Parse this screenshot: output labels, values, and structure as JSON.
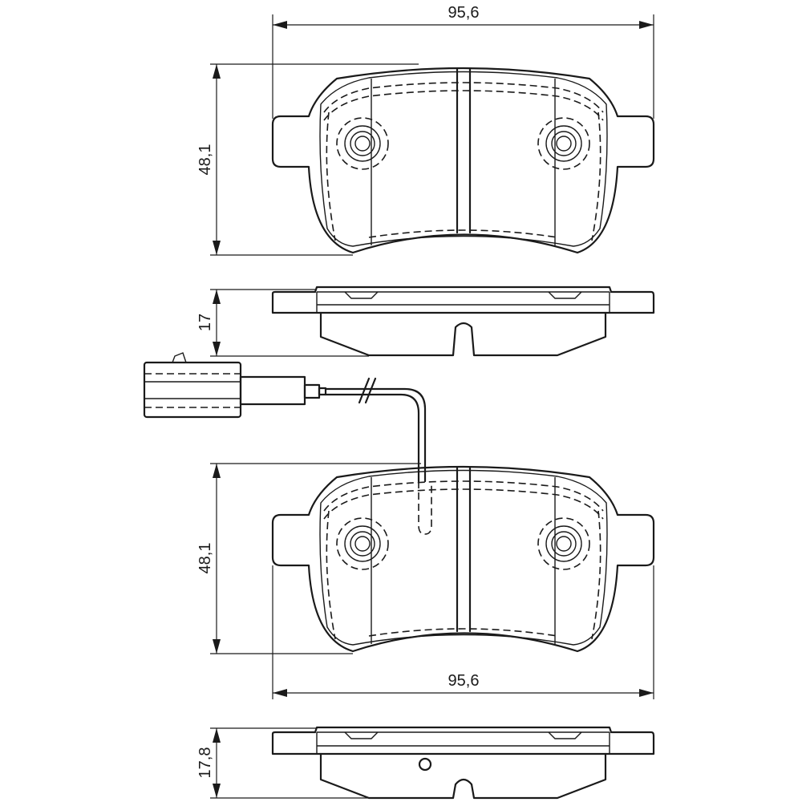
{
  "drawing": {
    "dimensions": {
      "top_width": "95,6",
      "top_height": "48,1",
      "side_thickness": "17",
      "bottom_height": "48,1",
      "bottom_width": "95,6",
      "bottom_thickness": "17,8"
    }
  }
}
